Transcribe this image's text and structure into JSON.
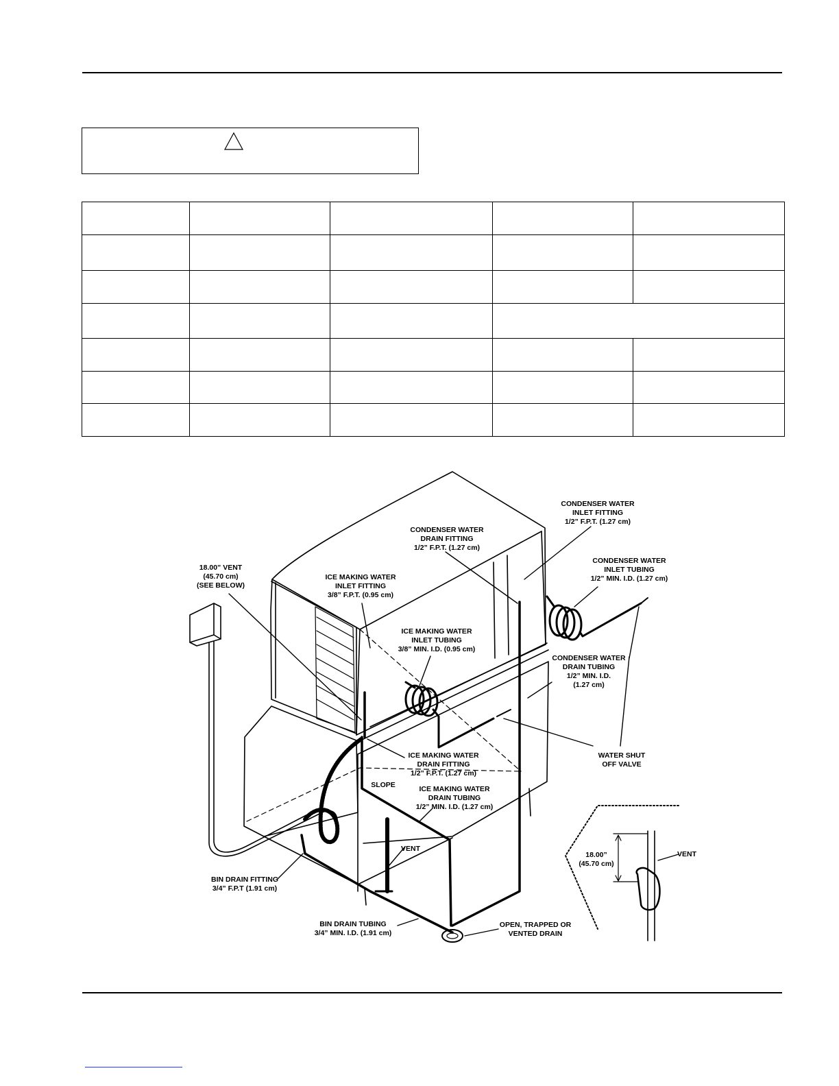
{
  "figure": {
    "labels": {
      "condenser_inlet_fitting": [
        "CONDENSER WATER",
        "INLET FITTING",
        "1/2” F.P.T. (1.27 cm)"
      ],
      "condenser_drain_fitting": [
        "CONDENSER WATER",
        "DRAIN FITTING",
        "1/2” F.P.T. (1.27 cm)"
      ],
      "condenser_inlet_tubing": [
        "CONDENSER WATER",
        "INLET TUBING",
        "1/2” MIN. I.D. (1.27 cm)"
      ],
      "vent_18": [
        "18.00” VENT",
        "(45.70 cm)",
        "(SEE BELOW)"
      ],
      "ice_inlet_fitting": [
        "ICE MAKING WATER",
        "INLET FITTING",
        "3/8” F.P.T. (0.95 cm)"
      ],
      "ice_inlet_tubing": [
        "ICE MAKING WATER",
        "INLET TUBING",
        "3/8” MIN. I.D. (0.95 cm)"
      ],
      "condenser_drain_tubing": [
        "CONDENSER WATER",
        "DRAIN TUBING",
        "1/2” MIN. I.D.",
        "(1.27 cm)"
      ],
      "water_shutoff": [
        "WATER SHUT",
        "OFF VALVE"
      ],
      "ice_drain_fitting": [
        "ICE MAKING WATER",
        "DRAIN FITTING",
        "1/2” F.P.T. (1.27 cm)"
      ],
      "slope": [
        "SLOPE"
      ],
      "ice_drain_tubing": [
        "ICE MAKING WATER",
        "DRAIN TUBING",
        "1/2” MIN. I.D. (1.27 cm)"
      ],
      "vent": [
        "VENT"
      ],
      "bin_drain_fitting": [
        "BIN DRAIN FITTING",
        "3/4” F.P.T (1.91 cm)"
      ],
      "bin_drain_tubing": [
        "BIN DRAIN TUBING",
        "3/4” MIN. I.D. (1.91 cm)"
      ],
      "open_drain": [
        "OPEN, TRAPPED OR",
        "VENTED DRAIN"
      ],
      "detail_dim": [
        "18.00”",
        "(45.70 cm)"
      ],
      "detail_vent": [
        "VENT"
      ]
    }
  }
}
